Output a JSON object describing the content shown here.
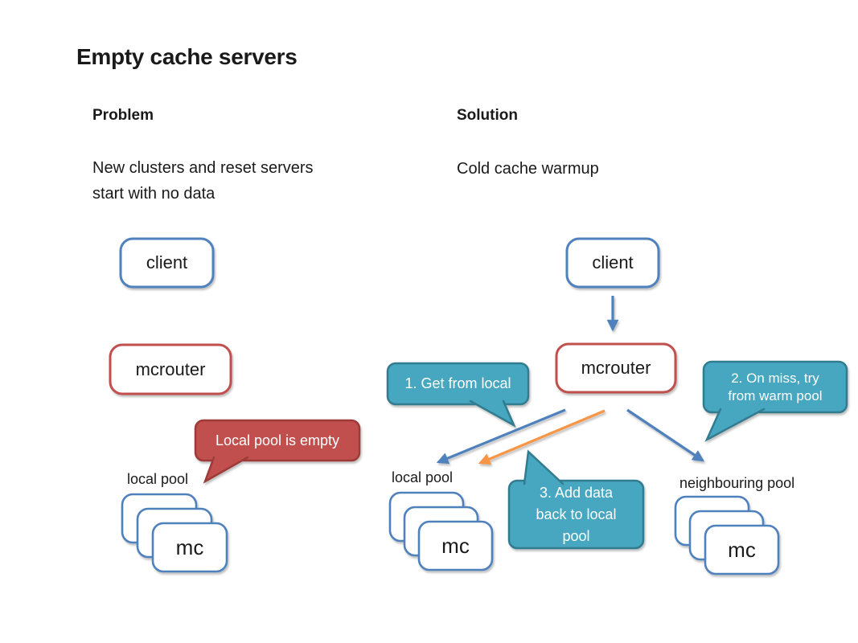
{
  "slide": {
    "title": "Empty cache servers",
    "background_color": "#ffffff"
  },
  "problem": {
    "heading": "Problem",
    "description_line1": "New clusters and reset servers",
    "description_line2": "start with no data",
    "client": "client",
    "mcrouter": "mcrouter",
    "callout": "Local pool is empty",
    "pool_label": "local pool",
    "mc": "mc"
  },
  "solution": {
    "heading": "Solution",
    "description": "Cold cache warmup",
    "client": "client",
    "mcrouter": "mcrouter",
    "callout1": "1. Get from local",
    "callout2_line1": "2. On miss, try",
    "callout2_line2": "from warm pool",
    "callout3_line1": "3. Add data",
    "callout3_line2": "back to local",
    "callout3_line3": "pool",
    "local_pool_label": "local pool",
    "neighbour_pool_label": "neighbouring pool",
    "mc": "mc"
  },
  "colors": {
    "box_blue": "#4F81BD",
    "box_red": "#C0504D",
    "callout_red_fill": "#C0504D",
    "callout_red_border": "#9E3B38",
    "callout_teal_fill": "#46A6C0",
    "callout_teal_border": "#327B90",
    "arrow_blue": "#4F81BD",
    "arrow_orange": "#F79646",
    "text_dark": "#1a1a1a",
    "callout_text": "#ffffff"
  }
}
